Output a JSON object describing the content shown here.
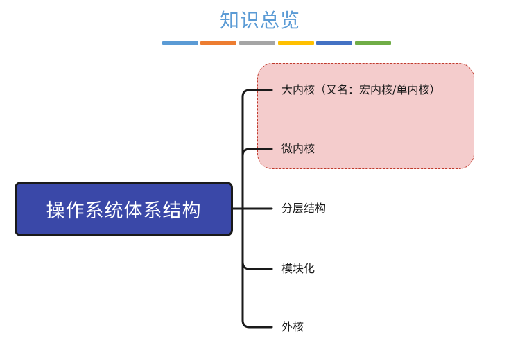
{
  "title": "知识总览",
  "divider_colors": [
    "#5b9bd5",
    "#ed7d31",
    "#a5a5a5",
    "#ffc000",
    "#4472c4",
    "#70ad47"
  ],
  "root": {
    "label": "操作系统体系结构",
    "fill_color": "#3a48a8"
  },
  "children": [
    {
      "label": "大内核（又名：宏内核/单内核）",
      "highlighted": true
    },
    {
      "label": "微内核",
      "highlighted": true
    },
    {
      "label": "分层结构",
      "highlighted": false
    },
    {
      "label": "模块化",
      "highlighted": false
    },
    {
      "label": "外核",
      "highlighted": false
    }
  ],
  "highlight_color": "#f4cccc"
}
